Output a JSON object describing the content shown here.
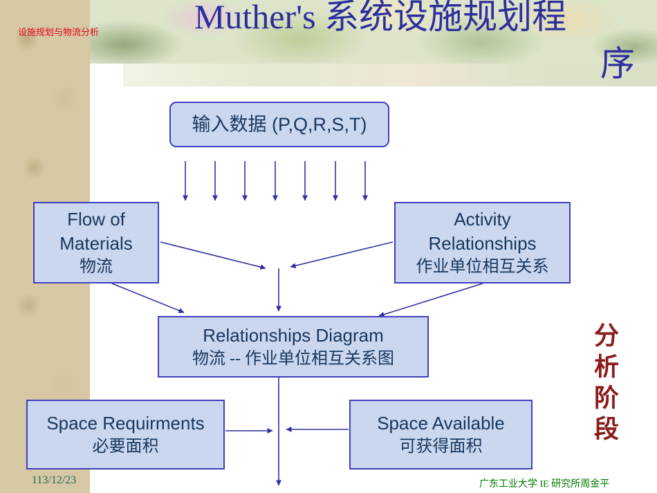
{
  "slide": {
    "sidebar_label": "设施规划与物流分析",
    "title_line1": "Muther's  系统设施规划程",
    "title_line2": "序",
    "vertical_label": "分析阶段",
    "footer": {
      "date": "113/12/23",
      "credit": "广东工业大学 IE 研究所周金平"
    }
  },
  "diagram": {
    "input_box": {
      "label": "输入数据 (P,Q,R,S,T)"
    },
    "flow_box": {
      "line1": "Flow of",
      "line2": "Materials",
      "line3": "物流"
    },
    "activity_box": {
      "line1": "Activity",
      "line2": "Relationships",
      "line3": "作业单位相互关系"
    },
    "relationship_box": {
      "line1": "Relationships Diagram",
      "line2": "物流 -- 作业单位相互关系图"
    },
    "space_req_box": {
      "line1": "Space Requirments",
      "line2": "必要面积"
    },
    "space_avail_box": {
      "line1": "Space Available",
      "line2": "可获得面积"
    }
  },
  "colors": {
    "accent": "#2f2fa0",
    "box_fill": "#cbd7ef",
    "box_border": "#3f3fbf",
    "box_text": "#17365d",
    "title": "#2e2e9e",
    "side_label": "#8b1a1a",
    "sidebar_red": "#e3001b",
    "footer_teal": "#1e6a6a",
    "footer_green": "#007a00"
  }
}
